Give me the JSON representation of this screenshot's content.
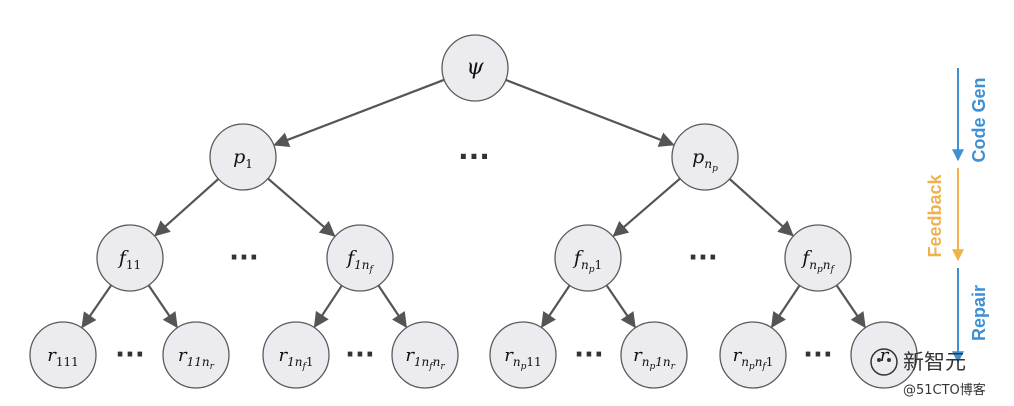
{
  "tree": {
    "root": {
      "label": "ψ"
    },
    "level1": [
      {
        "label": "p",
        "sub": "1"
      },
      {
        "label": "p",
        "sub": "n",
        "subsub": "p"
      }
    ],
    "level2": [
      {
        "label": "f",
        "sub": "11"
      },
      {
        "label": "f",
        "sub": "1n",
        "subsub": "f"
      },
      {
        "label": "f",
        "sub": "n",
        "subsub": "p",
        "tail": "1"
      },
      {
        "label": "f",
        "sub": "n",
        "subsub": "p",
        "tail": "n",
        "tailsub": "f"
      }
    ],
    "level3": [
      {
        "label": "r",
        "sub": "111"
      },
      {
        "label": "r",
        "sub": "11n",
        "subsub": "r"
      },
      {
        "label": "r",
        "sub": "1n",
        "subsub": "f",
        "tail": "1"
      },
      {
        "label": "r",
        "sub": "1n",
        "subsub": "f",
        "tail": "n",
        "tailsub": "r"
      },
      {
        "label": "r",
        "sub": "n",
        "subsub": "p",
        "tail": "11"
      },
      {
        "label": "r",
        "sub": "n",
        "subsub": "p",
        "tail": "1n",
        "tailsub": "r"
      },
      {
        "label": "r",
        "sub": "n",
        "subsub": "p",
        "tail": "n",
        "tailsub": "f",
        "tail2": "1"
      },
      {
        "label": "r",
        "sub": "",
        "subsub": "",
        "tail": "",
        "tailsub": ""
      }
    ],
    "ellipsis": "···"
  },
  "stages": [
    {
      "label": "Code Gen",
      "color": "#3e8fd3"
    },
    {
      "label": "Feedback",
      "color": "#f0b24a"
    },
    {
      "label": "Repair",
      "color": "#3e8fd3"
    }
  ],
  "watermark": {
    "brand": "新智元",
    "source": "@51CTO博客"
  },
  "colors": {
    "node_fill": "#ecebf0",
    "node_stroke": "#5b5b5b",
    "edge": "#555555"
  }
}
